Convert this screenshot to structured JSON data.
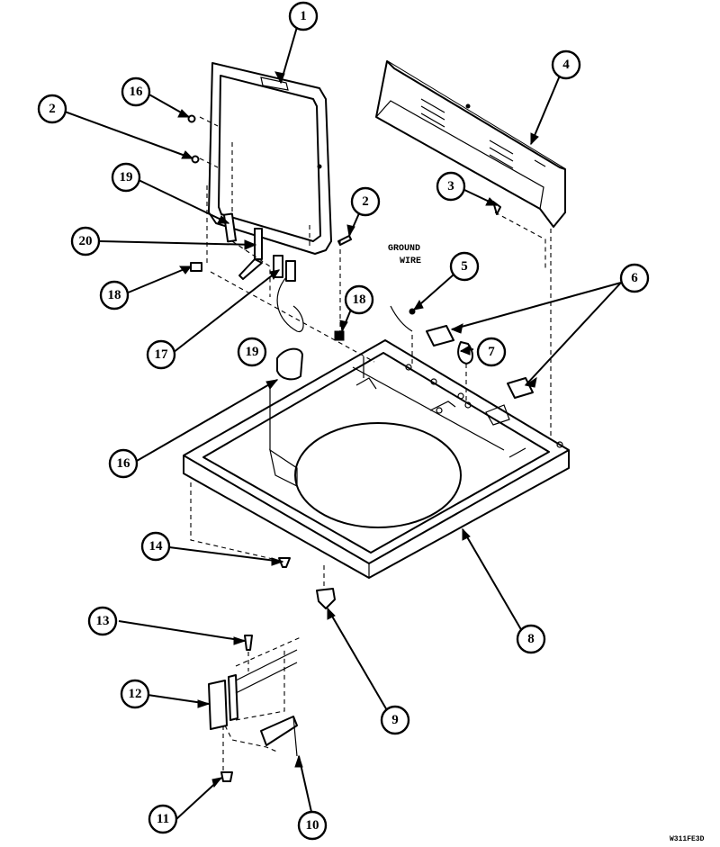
{
  "annotations": {
    "ground_wire_line1": "GROUND",
    "ground_wire_line2": "WIRE",
    "drawing_code": "W311FE3D"
  },
  "callouts": [
    {
      "id": "c1",
      "label": "1"
    },
    {
      "id": "c2a",
      "label": "2"
    },
    {
      "id": "c16a",
      "label": "16"
    },
    {
      "id": "c4",
      "label": "4"
    },
    {
      "id": "c3",
      "label": "3"
    },
    {
      "id": "c2b",
      "label": "2"
    },
    {
      "id": "c19a",
      "label": "19"
    },
    {
      "id": "c20",
      "label": "20"
    },
    {
      "id": "c18a",
      "label": "18"
    },
    {
      "id": "c17",
      "label": "17"
    },
    {
      "id": "c19b",
      "label": "19"
    },
    {
      "id": "c18b",
      "label": "18"
    },
    {
      "id": "c5",
      "label": "5"
    },
    {
      "id": "c6",
      "label": "6"
    },
    {
      "id": "c7",
      "label": "7"
    },
    {
      "id": "c16b",
      "label": "16"
    },
    {
      "id": "c8",
      "label": "8"
    },
    {
      "id": "c14",
      "label": "14"
    },
    {
      "id": "c13",
      "label": "13"
    },
    {
      "id": "c12",
      "label": "12"
    },
    {
      "id": "c9",
      "label": "9"
    },
    {
      "id": "c11",
      "label": "11"
    },
    {
      "id": "c10",
      "label": "10"
    }
  ]
}
